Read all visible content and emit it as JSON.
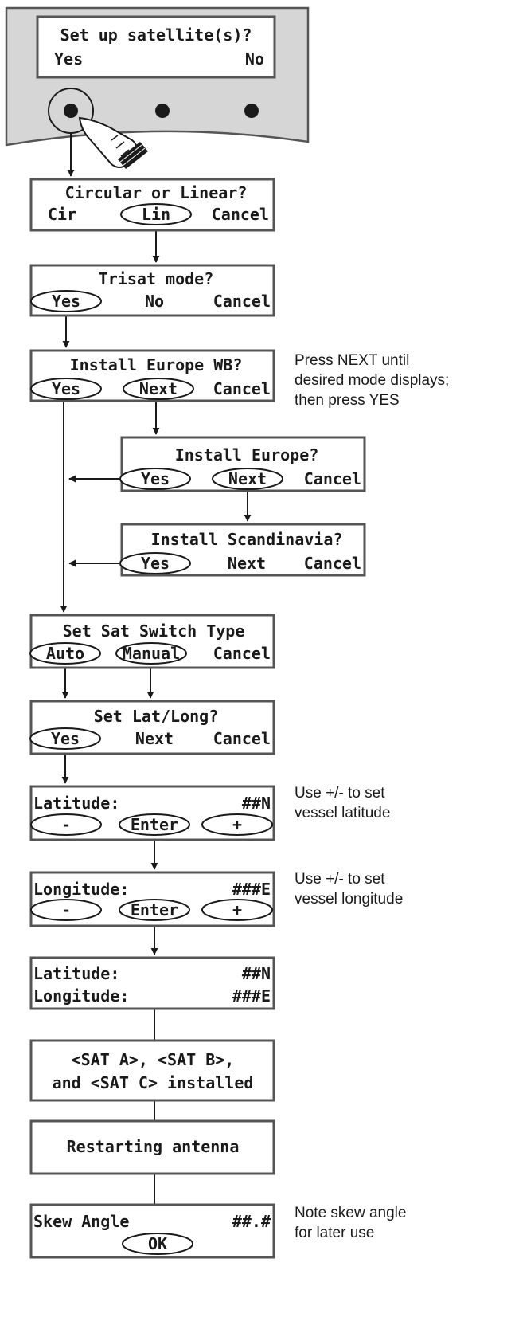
{
  "panel": {
    "line1": "Set up satellite(s)?",
    "yes": "Yes",
    "no": "No"
  },
  "screens": {
    "circ": {
      "title": "Circular or Linear?",
      "cir": "Cir",
      "lin": "Lin",
      "cancel": "Cancel"
    },
    "trisat": {
      "title": "Trisat mode?",
      "yes": "Yes",
      "no": "No",
      "cancel": "Cancel"
    },
    "eurowb": {
      "title": "Install Europe WB?",
      "yes": "Yes",
      "next": "Next",
      "cancel": "Cancel"
    },
    "europe": {
      "title": "Install Europe?",
      "yes": "Yes",
      "next": "Next",
      "cancel": "Cancel"
    },
    "scand": {
      "title": "Install Scandinavia?",
      "yes": "Yes",
      "next": "Next",
      "cancel": "Cancel"
    },
    "satswitch": {
      "title": "Set Sat Switch Type",
      "auto": "Auto",
      "manual": "Manual",
      "cancel": "Cancel"
    },
    "latlong": {
      "title": "Set Lat/Long?",
      "yes": "Yes",
      "next": "Next",
      "cancel": "Cancel"
    },
    "lat": {
      "label": "Latitude:",
      "value": "##N",
      "minus": "-",
      "enter": "Enter",
      "plus": "+"
    },
    "lon": {
      "label": "Longitude:",
      "value": "###E",
      "minus": "-",
      "enter": "Enter",
      "plus": "+"
    },
    "summary": {
      "lat_label": "Latitude:",
      "lat_value": "##N",
      "lon_label": "Longitude:",
      "lon_value": "###E"
    },
    "installed": {
      "line1": "<SAT A>, <SAT B>,",
      "line2": "and <SAT C> installed"
    },
    "restart": {
      "text": "Restarting antenna"
    },
    "skew": {
      "label": "Skew Angle",
      "value": "##.#",
      "ok": "OK"
    }
  },
  "notes": {
    "next_mode": [
      "Press NEXT until",
      "desired mode displays;",
      "then press YES"
    ],
    "lat": [
      "Use +/- to set",
      "vessel latitude"
    ],
    "lon": [
      "Use +/- to set",
      "vessel longitude"
    ],
    "skew": [
      "Note skew angle",
      "for later use"
    ]
  },
  "colors": {
    "panel": "#d6d6d6",
    "border": "#555555",
    "ink": "#1a1a1a"
  }
}
